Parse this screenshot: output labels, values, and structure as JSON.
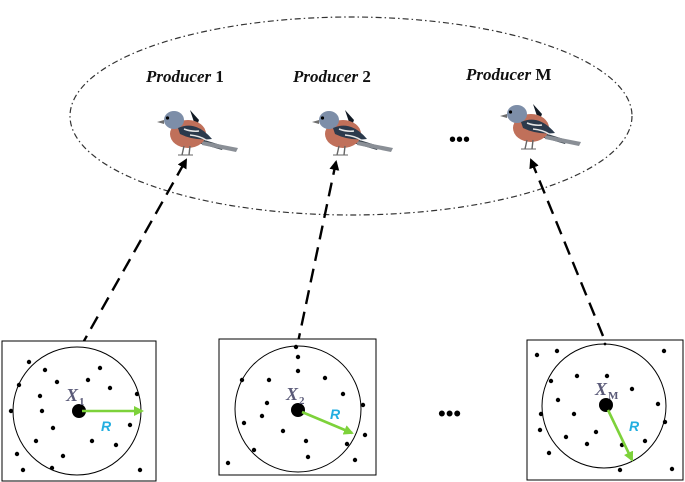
{
  "producers": [
    {
      "word": "Producer",
      "index": "1"
    },
    {
      "word": "Producer",
      "index": "2"
    },
    {
      "word": "Producer",
      "index": "M"
    }
  ],
  "top_ellipsis": "•••",
  "bottom_ellipsis": "•••",
  "panels": [
    {
      "x_symbol": "X",
      "x_subscript": "1",
      "radius_label": "R"
    },
    {
      "x_symbol": "X",
      "x_subscript": "2",
      "radius_label": "R"
    },
    {
      "x_symbol": "X",
      "x_subscript": "M",
      "radius_label": "R"
    }
  ],
  "colors": {
    "radius_arrow": "#7dd23a",
    "radius_label": "#22aee0",
    "center_label": "#5a5a78",
    "bird_breast": "#c0705a",
    "bird_head": "#7d8ea8",
    "bird_wing": "#2c3a4c"
  }
}
